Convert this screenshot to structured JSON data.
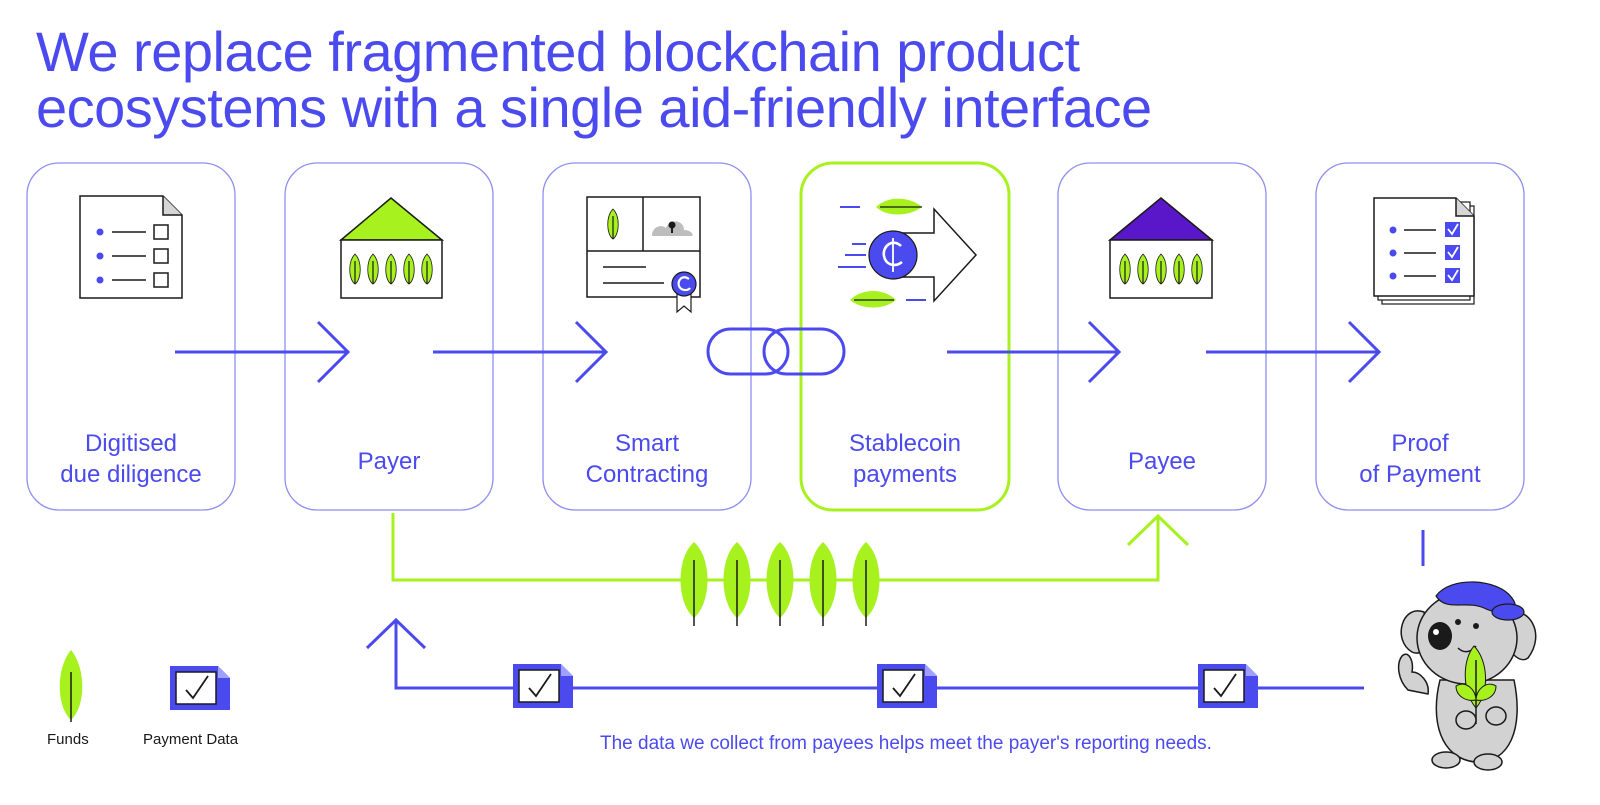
{
  "title": {
    "line1": "We replace fragmented blockchain product",
    "line2": "ecosystems with a single aid-friendly interface"
  },
  "steps": [
    {
      "line1": "Digitised",
      "line2": "due diligence",
      "icon": "checklist-icon"
    },
    {
      "line1": "Payer",
      "line2": "",
      "icon": "payer-building-icon"
    },
    {
      "line1": "Smart",
      "line2": "Contracting",
      "icon": "contract-certificate-icon"
    },
    {
      "line1": "Stablecoin",
      "line2": "payments",
      "icon": "stablecoin-arrow-icon"
    },
    {
      "line1": "Payee",
      "line2": "",
      "icon": "payee-building-icon"
    },
    {
      "line1": "Proof",
      "line2": "of Payment",
      "icon": "checked-list-icon"
    }
  ],
  "legend": {
    "funds_label": "Funds",
    "payment_data_label": "Payment Data"
  },
  "caption": "The data we collect from payees helps meet the payer's reporting needs.",
  "colors": {
    "blue": "#4B4AEF",
    "lime": "#A6F11E",
    "purple": "#5A16C9",
    "highlight_border": "#A6F11E"
  }
}
